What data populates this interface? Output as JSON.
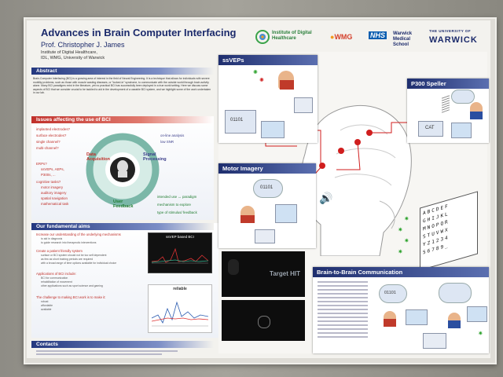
{
  "poster": {
    "title": "Advances in Brain Computer Interfacing",
    "author": "Prof. Christopher J. James",
    "affiliation": [
      "Institute of Digital Healthcare,",
      "IDL, WMG, University of Warwick"
    ],
    "logos": {
      "idh": "Institute of Digital Healthcare",
      "wmg": "WMG",
      "nhs": "NHS",
      "warwick_med": "Warwick Medical School",
      "university": "THE UNIVERSITY OF",
      "warwick": "WARWICK"
    }
  },
  "sections": {
    "abstract": {
      "title": "Abstract",
      "text": "Brain-Computer Interfacing (BCI) is a growing area of interest in the field of Neural Engineering. It is a technique that allows for individuals with severe mobility problems, such as those with muscle wasting diseases, or \"locked-in\" syndrome, to communicate with the outside world through brain activity alone. Many BCI paradigms exist in the literature, yet no practical BCI has successfully been deployed in a true world setting. Here we discuss some aspects of BCI that we consider crucial to be tackled to aid in the development of a useable BCI system, and we highlight some of the work undertaken in our lab."
    },
    "issues": {
      "title": "Issues affecting the use of BCI",
      "left_items": [
        "implanted electrodes?",
        "surface electrodes?",
        "single channel?",
        "multi-channel?",
        "ERPs?",
        "ssVEPs, AEPs,",
        "P300s, ...",
        "cognitive tasks?",
        "motor imagery",
        "auditory imagery",
        "spatial navigation",
        "mathematical task"
      ],
      "cycle": [
        "Data Acquisition",
        "Signal Processing",
        "User Feedback"
      ],
      "right_items": [
        "on-line analysis",
        "low SNR"
      ],
      "green_items": [
        "intended use ↔ paradigm",
        "mechanism to explore",
        "type of stimulus/ feedback"
      ]
    },
    "aims": {
      "title": "Our fundamental aims",
      "items": [
        {
          "head": "Increase our understanding of the underlying mechanisms",
          "sub": [
            "to aid in diagnosis",
            "to guide research into therapeutic interventions"
          ]
        },
        {
          "head": "Create a patient friendly system",
          "sub": [
            "surface or BCI system should not be too self dependent",
            "as few as short training periods are required",
            "with a broad range of time options available for individual choice"
          ]
        },
        {
          "head": "Applications of BCI include:",
          "sub": [
            "BCI for communication",
            "rehabilitation of movement",
            "other applications such as sport science and gaming"
          ]
        },
        {
          "head": "The challenge to making BCI work is to make it:",
          "sub": [
            "robust",
            "affordable",
            "available"
          ]
        }
      ],
      "chart1_title": "ssVEP based BCI",
      "chart2_title": "reliable"
    },
    "contacts": {
      "title": "Contacts"
    }
  },
  "panels": {
    "ssvep": {
      "title": "ssVEPs",
      "code": "01101"
    },
    "motor": {
      "title": "Motor Imagery",
      "code": "01101"
    },
    "p300": {
      "title": "P300 Speller",
      "code": "CAT"
    },
    "brain": {
      "title": "Brain-to-Brain Communication",
      "code": "01101"
    },
    "video": {
      "label": "Target HIT"
    }
  },
  "colors": {
    "header": "#1e2e6e",
    "red_text": "#c0302a",
    "green_text": "#1e7b2e",
    "blue_text": "#3a3d8a"
  }
}
